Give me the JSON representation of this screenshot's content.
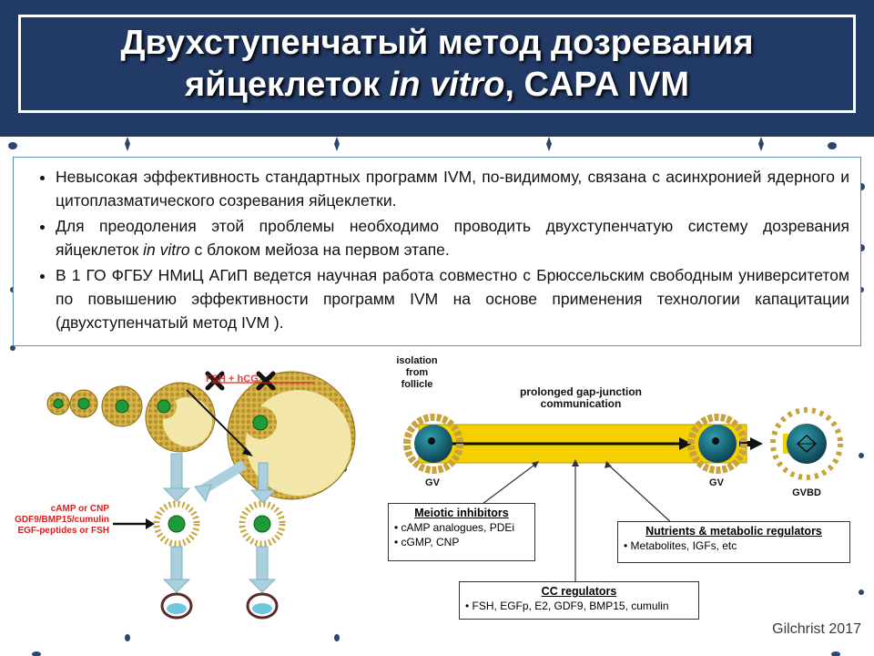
{
  "title": {
    "line1": "Двухступенчатый метод дозревания",
    "line2_pre": "яйцеклеток ",
    "line2_italic": "in vitro",
    "line2_post": ", CAPA IVM"
  },
  "bullets": [
    {
      "pre": "Невысокая эффективность стандартных программ IVM, по-видимому, связана с асинхронией ядерного и цитоплазматического созревания яйцеклетки.",
      "italic": "",
      "post": ""
    },
    {
      "pre": "Для преодоления этой проблемы необходимо проводить двухступенчатую систему дозревания яйцеклеток ",
      "italic": "in vitro",
      "post": " с блоком мейоза на первом этапе."
    },
    {
      "pre": "В 1 ГО ФГБУ НМиЦ АГиП ведется научная работа совместно с Брюссельским свободным университетом по повышению эффективности программ IVM  на основе применения технологии капацитации (двухступенчатый метод IVM ).",
      "italic": "",
      "post": ""
    }
  ],
  "left_figure": {
    "hormones": "FSH + hCG",
    "treatment_lines": [
      "cAMP or CNP",
      "GDF9/BMP15/cumulin",
      "EGF-peptides or FSH"
    ],
    "follicle_fill": "#f2e7a8",
    "granulosa_color": "#c7a33b",
    "oocyte_color": "#1f9a3a",
    "arrow_color": "#a9d0dc"
  },
  "right_figure": {
    "isolation_label": [
      "isolation",
      "from",
      "follicle"
    ],
    "gap_label": [
      "prolonged gap-junction",
      "communication"
    ],
    "stage_gv1": "GV",
    "stage_gv2": "GV",
    "stage_gvbd": "GVBD",
    "meiotic": {
      "heading": "Meiotic inhibitors",
      "items": [
        "• cAMP analogues, PDEi",
        "• cGMP, CNP"
      ]
    },
    "nutrients": {
      "heading": "Nutrients & metabolic regulators",
      "items": [
        "• Metabolites, IGFs, etc"
      ]
    },
    "cc": {
      "heading": "CC regulators",
      "items": [
        "• FSH, EGFp, E2, GDF9, BMP15, cumulin"
      ]
    },
    "band_color": "#f5d000"
  },
  "credit": "Gilchrist 2017"
}
